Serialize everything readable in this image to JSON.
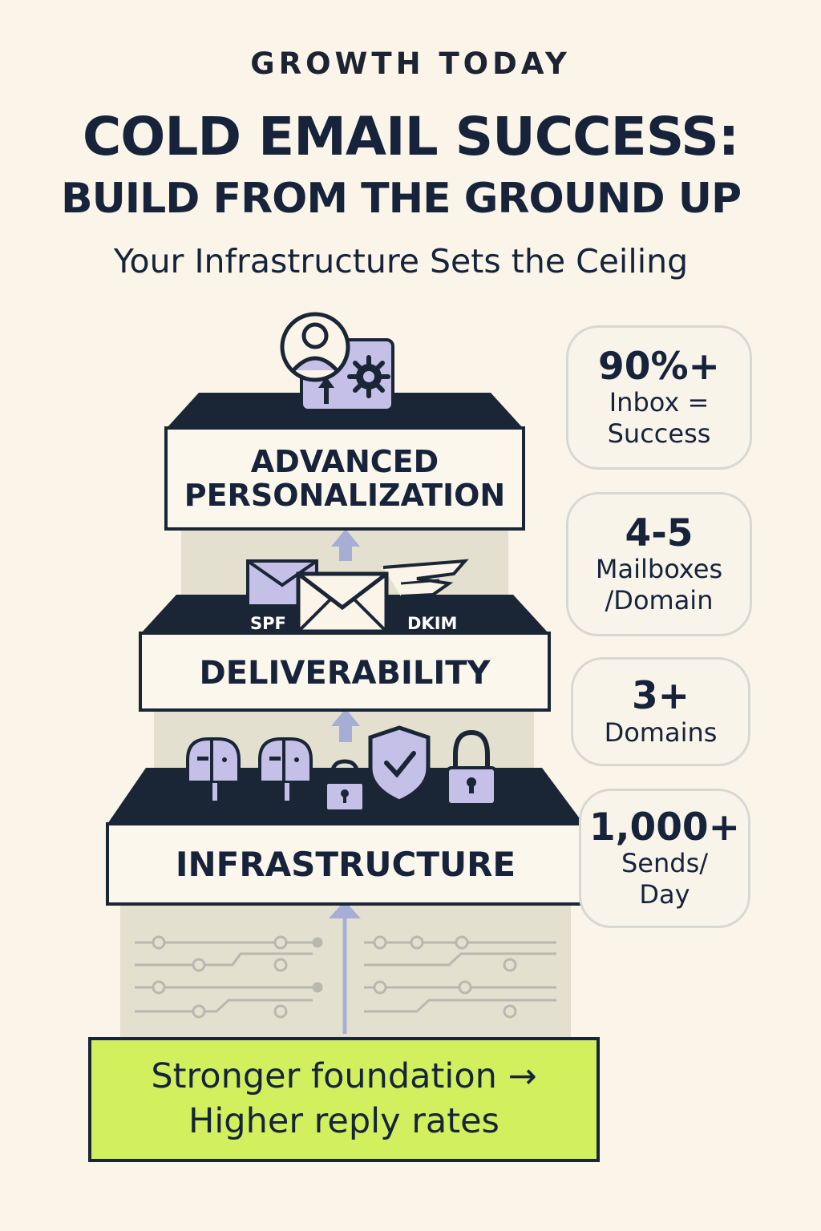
{
  "header": {
    "brand": "GROWTH TODAY",
    "title_line1": "COLD EMAIL SUCCESS:",
    "title_line2": "BUILD FROM THE GROUND UP",
    "subtitle": "Your Infrastructure Sets the Ceiling"
  },
  "tiers": {
    "top": {
      "line1": "ADVANCED",
      "line2": "PERSONALIZATION",
      "icons": [
        "user-profile-icon",
        "gear-settings-icon",
        "upload-arrow-icon"
      ]
    },
    "middle": {
      "label": "DELIVERABILITY",
      "spf": "SPF",
      "dkim": "DKIM",
      "icons": [
        "envelope-icon",
        "winged-envelope-icon"
      ]
    },
    "bottom": {
      "label": "INFRASTRUCTURE",
      "icons": [
        "mailbox-icon",
        "mailbox-icon",
        "padlock-icon",
        "shield-check-icon",
        "padlock-icon"
      ]
    }
  },
  "stats": [
    {
      "value": "90%+",
      "label_line1": "Inbox =",
      "label_line2": "Success"
    },
    {
      "value": "4-5",
      "label_line1": "Mailboxes",
      "label_line2": "/Domain"
    },
    {
      "value": "3+",
      "label_line1": "Domains",
      "label_line2": ""
    },
    {
      "value": "1,000+",
      "label_line1": "Sends/",
      "label_line2": "Day"
    }
  ],
  "footer": {
    "line1": "Stronger foundation →",
    "line2": "Higher reply rates"
  },
  "colors": {
    "background": "#faf5e8",
    "navy": "#1a2535",
    "lavender": "#b8b4e2",
    "arrow": "#a7aed6",
    "lime": "#d2f05e",
    "column": "#e3e0d0"
  }
}
